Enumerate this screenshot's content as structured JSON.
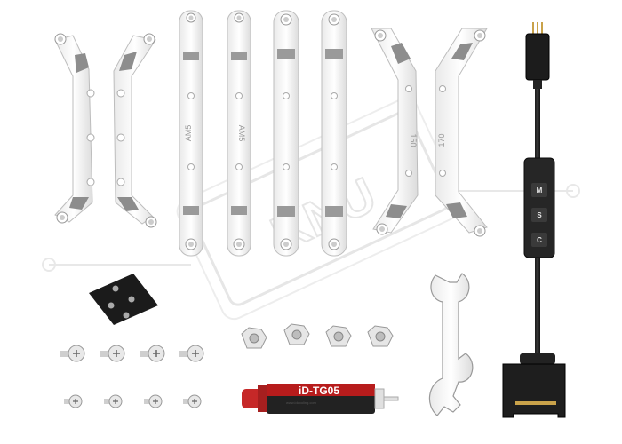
{
  "image": {
    "watermark": "KNU",
    "brackets": {
      "labels": [
        "AM5",
        "AM5",
        "150",
        "170"
      ]
    },
    "controller": {
      "buttons": [
        "M",
        "S",
        "C"
      ]
    },
    "thermal_paste": {
      "brand": "iD-TG05",
      "subtext": "www.idcooling.com"
    }
  }
}
